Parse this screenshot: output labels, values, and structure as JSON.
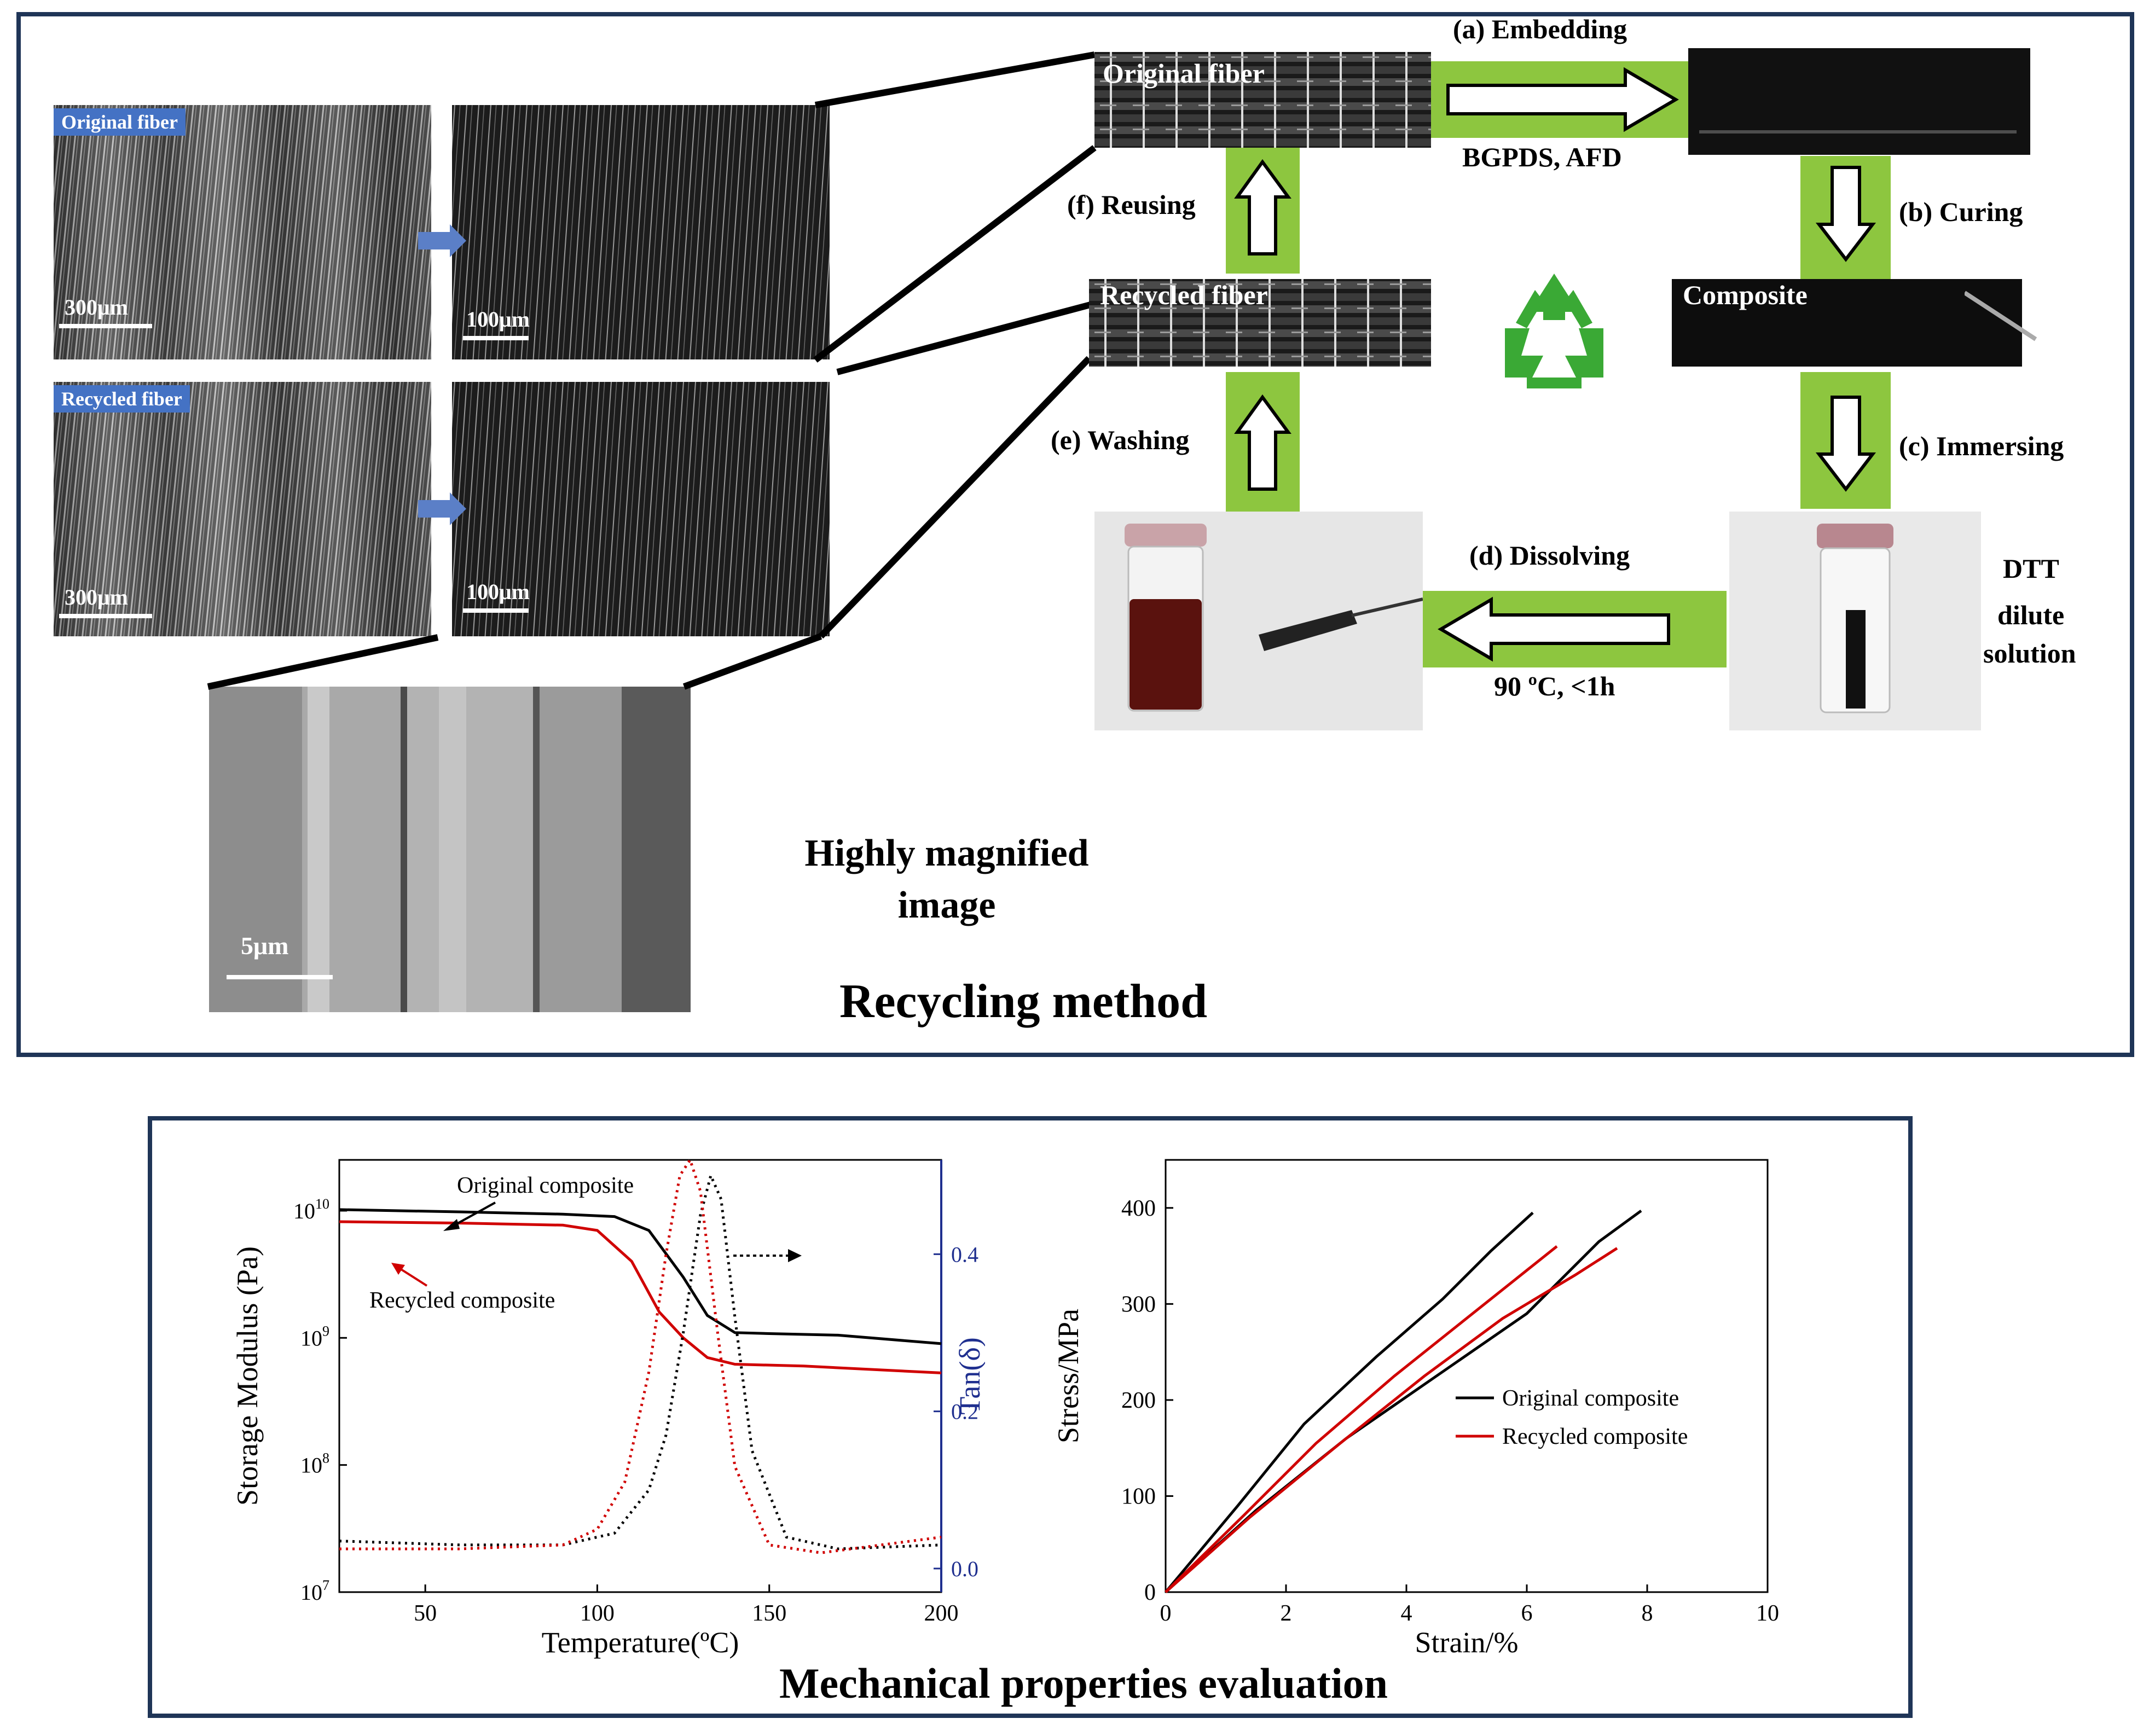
{
  "recycling_panel": {
    "title": "Recycling method",
    "magnified_caption_line1": "Highly magnified",
    "magnified_caption_line2": "image",
    "sem": {
      "original_tag": "Original fiber",
      "recycled_tag": "Recycled fiber",
      "scale_300": "300μm",
      "scale_100": "100μm",
      "scale_5": "5μm"
    },
    "samples": {
      "original_fiber": "Original fiber",
      "recycled_fiber": "Recycled fiber",
      "composite": "Composite"
    },
    "steps": {
      "a": "(a) Embedding",
      "a_sub": "BGPDS, AFD",
      "b": "(b) Curing",
      "c": "(c) Immersing",
      "d": "(d) Dissolving",
      "d_sub": "90 ºC, <1h",
      "e": "(e) Washing",
      "f": "(f) Reusing"
    },
    "dtt_label": [
      "DTT",
      "dilute",
      "solution"
    ],
    "colors": {
      "arrow_band": "#8dc63f",
      "recycle_icon": "#3aa935",
      "frame": "#1f3557",
      "tag": "#4472c4"
    }
  },
  "mechanical_panel": {
    "title": "Mechanical properties evaluation"
  },
  "chart_data": [
    {
      "type": "line",
      "xlabel": "Temperature(ºC)",
      "ylabel": "Storage Modulus (Pa)",
      "y2label": "Tan(δ)",
      "xlim": [
        25,
        200
      ],
      "xticks": [
        50,
        100,
        150,
        200
      ],
      "ylim_log": [
        7,
        10.4
      ],
      "yticks": [
        "10^7",
        "10^8",
        "10^9",
        "10^10"
      ],
      "y2lim": [
        -0.03,
        0.52
      ],
      "y2ticks": [
        "0.0",
        "0.2",
        "0.4"
      ],
      "annotations": [
        "Original composite",
        "Recycled composite"
      ],
      "series": [
        {
          "name": "Original composite",
          "axis": "modulus",
          "style": "solid",
          "color": "#000000",
          "x": [
            25,
            60,
            90,
            105,
            115,
            125,
            132,
            140,
            150,
            170,
            200
          ],
          "y": [
            10200000000.0,
            9800000000.0,
            9400000000.0,
            9000000000.0,
            7000000000.0,
            3000000000.0,
            1500000000.0,
            1100000000.0,
            1080000000.0,
            1050000000.0,
            900000000.0
          ]
        },
        {
          "name": "Recycled composite",
          "axis": "modulus",
          "style": "solid",
          "color": "#d00000",
          "x": [
            25,
            60,
            90,
            100,
            110,
            118,
            125,
            132,
            140,
            160,
            200
          ],
          "y": [
            8200000000.0,
            8000000000.0,
            7700000000.0,
            7000000000.0,
            4000000000.0,
            1600000000.0,
            1000000000.0,
            700000000.0,
            620000000.0,
            600000000.0,
            530000000.0
          ]
        },
        {
          "name": "Original composite tan(δ)",
          "axis": "tan",
          "style": "dotted",
          "color": "#000000",
          "x": [
            25,
            60,
            90,
            105,
            115,
            120,
            125,
            130,
            133,
            136,
            140,
            145,
            155,
            170,
            200
          ],
          "y": [
            0.035,
            0.03,
            0.03,
            0.045,
            0.1,
            0.17,
            0.3,
            0.45,
            0.5,
            0.47,
            0.32,
            0.15,
            0.04,
            0.025,
            0.03
          ]
        },
        {
          "name": "Recycled composite tan(δ)",
          "axis": "tan",
          "style": "dotted",
          "color": "#d00000",
          "x": [
            25,
            60,
            90,
            100,
            108,
            115,
            120,
            124,
            127,
            130,
            135,
            140,
            150,
            165,
            200
          ],
          "y": [
            0.025,
            0.025,
            0.03,
            0.05,
            0.11,
            0.25,
            0.4,
            0.5,
            0.52,
            0.48,
            0.3,
            0.13,
            0.03,
            0.02,
            0.04
          ]
        }
      ]
    },
    {
      "type": "line",
      "xlabel": "Strain/%",
      "ylabel": "Stress/MPa",
      "xlim": [
        0,
        10
      ],
      "ylim": [
        0,
        450
      ],
      "xticks": [
        0,
        2,
        4,
        6,
        8,
        10
      ],
      "yticks": [
        0,
        100,
        200,
        300,
        400
      ],
      "legend_position": "center-right",
      "series": [
        {
          "name": "Original composite",
          "color": "#000000",
          "x": [
            0,
            1.2,
            2.3,
            3.5,
            4.6,
            5.4,
            6.1
          ],
          "y": [
            0,
            90,
            175,
            245,
            305,
            355,
            395
          ]
        },
        {
          "name": "",
          "color": "#000000",
          "x": [
            0,
            1.5,
            3.0,
            4.5,
            6.0,
            7.2,
            7.9
          ],
          "y": [
            0,
            85,
            160,
            225,
            290,
            365,
            397
          ]
        },
        {
          "name": "Recycled composite",
          "color": "#d00000",
          "x": [
            0,
            1.3,
            2.5,
            3.8,
            4.9,
            5.8,
            6.5
          ],
          "y": [
            0,
            80,
            155,
            225,
            280,
            325,
            360
          ]
        },
        {
          "name": "",
          "color": "#d00000",
          "x": [
            0,
            1.4,
            2.9,
            4.3,
            5.6,
            6.8,
            7.5
          ],
          "y": [
            0,
            78,
            155,
            225,
            285,
            330,
            358
          ]
        }
      ]
    }
  ]
}
